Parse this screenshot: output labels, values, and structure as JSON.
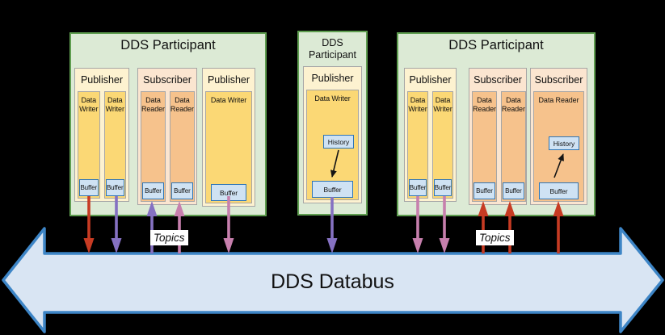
{
  "colors": {
    "participant_fill": "#dcead5",
    "participant_border": "#5f9e50",
    "publisher_fill": "#fdf2d0",
    "subscriber_fill": "#fbe5d0",
    "writer_fill": "#fbd875",
    "reader_fill": "#f6c28c",
    "box_border": "#a6a6a6",
    "buffer_fill": "#cfe2f3",
    "buffer_border": "#2e75b6",
    "databus_fill": "#d9e5f3",
    "databus_border": "#3d85c6",
    "arrow_red": "#c73b23",
    "arrow_purple": "#8571c2",
    "arrow_pink": "#c77fad"
  },
  "participants": [
    {
      "title": "DDS Participant",
      "sections": [
        {
          "label": "Publisher",
          "children": [
            {
              "label": "Data Writer",
              "buffer": "Buffer"
            },
            {
              "label": "Data Writer",
              "buffer": "Buffer"
            }
          ]
        },
        {
          "label": "Subscriber",
          "children": [
            {
              "label": "Data Reader",
              "buffer": "Buffer"
            },
            {
              "label": "Data Reader",
              "buffer": "Buffer"
            }
          ]
        },
        {
          "label": "Publisher",
          "children": [
            {
              "label": "Data Writer",
              "buffer": "Buffer"
            }
          ]
        }
      ]
    },
    {
      "title": "DDS Participant",
      "sections": [
        {
          "label": "Publisher",
          "children": [
            {
              "label": "Data Writer",
              "history": "History",
              "buffer": "Buffer"
            }
          ]
        }
      ]
    },
    {
      "title": "DDS Participant",
      "sections": [
        {
          "label": "Publisher",
          "children": [
            {
              "label": "Data Writer",
              "buffer": "Buffer"
            },
            {
              "label": "Data Writer",
              "buffer": "Buffer"
            }
          ]
        },
        {
          "label": "Subscriber",
          "children": [
            {
              "label": "Data Reader",
              "buffer": "Buffer"
            },
            {
              "label": "Data Reader",
              "buffer": "Buffer"
            }
          ]
        },
        {
          "label": "Subscriber",
          "children": [
            {
              "label": "Data Reader",
              "history": "History",
              "buffer": "Buffer"
            }
          ]
        }
      ]
    }
  ],
  "topics_labels": [
    "Topics",
    "Topics"
  ],
  "databus": {
    "label": "DDS Databus"
  }
}
